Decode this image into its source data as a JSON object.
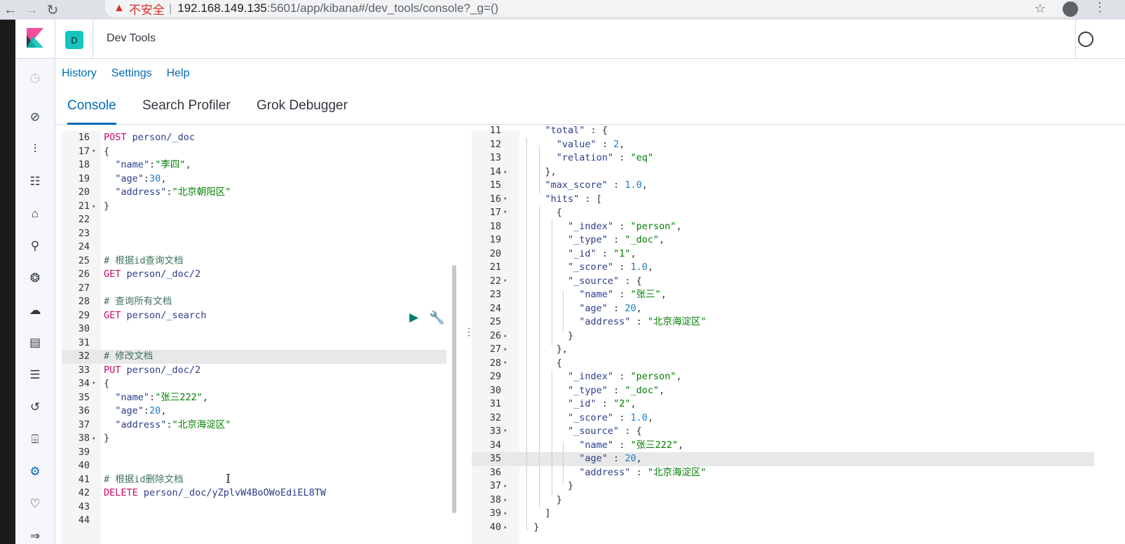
{
  "browser": {
    "back_glyph": "←",
    "forward_glyph": "→",
    "reload_glyph": "↻",
    "warning_glyph": "▲",
    "insecure_label": "不安全",
    "separator": "|",
    "url_host": "192.168.149.135",
    "url_rest": ":5601/app/kibana#/dev_tools/console?_g=()",
    "star_glyph": "☆",
    "menu_glyph": "⋮"
  },
  "header": {
    "space_letter": "D",
    "breadcrumb": "Dev Tools"
  },
  "top_menu": [
    "History",
    "Settings",
    "Help"
  ],
  "tabs": [
    "Console",
    "Search Profiler",
    "Grok Debugger"
  ],
  "side_nav_icons": [
    "clock-icon",
    "compass-icon",
    "visualize-icon",
    "dashboard-icon",
    "canvas-icon",
    "maps-icon",
    "ml-icon",
    "infrastructure-icon",
    "logs-icon",
    "apm-icon",
    "uptime-icon",
    "siem-icon",
    "devtools-icon",
    "monitoring-icon",
    "management-icon"
  ],
  "editor_lines": [
    {
      "n": "16",
      "fold": "",
      "parts": [
        [
          "m",
          "POST"
        ],
        [
          "p",
          " "
        ],
        [
          "u",
          "person/_doc"
        ]
      ]
    },
    {
      "n": "17",
      "fold": "▾",
      "parts": [
        [
          "p",
          "{"
        ]
      ]
    },
    {
      "n": "18",
      "fold": "",
      "parts": [
        [
          "p",
          "  "
        ],
        [
          "k",
          "\"name\""
        ],
        [
          "p",
          ":"
        ],
        [
          "s",
          "\"李四\""
        ],
        [
          "p",
          ","
        ]
      ]
    },
    {
      "n": "19",
      "fold": "",
      "parts": [
        [
          "p",
          "  "
        ],
        [
          "k",
          "\"age\""
        ],
        [
          "p",
          ":"
        ],
        [
          "n",
          "30"
        ],
        [
          "p",
          ","
        ]
      ]
    },
    {
      "n": "20",
      "fold": "",
      "parts": [
        [
          "p",
          "  "
        ],
        [
          "k",
          "\"address\""
        ],
        [
          "p",
          ":"
        ],
        [
          "s",
          "\"北京朝阳区\""
        ]
      ]
    },
    {
      "n": "21",
      "fold": "▴",
      "parts": [
        [
          "p",
          "}"
        ]
      ]
    },
    {
      "n": "22",
      "fold": "",
      "parts": []
    },
    {
      "n": "23",
      "fold": "",
      "parts": []
    },
    {
      "n": "24",
      "fold": "",
      "parts": []
    },
    {
      "n": "25",
      "fold": "",
      "parts": [
        [
          "c",
          "# 根据id查询文档"
        ]
      ]
    },
    {
      "n": "26",
      "fold": "",
      "parts": [
        [
          "m",
          "GET"
        ],
        [
          "p",
          " "
        ],
        [
          "u",
          "person/_doc/2"
        ]
      ]
    },
    {
      "n": "27",
      "fold": "",
      "parts": []
    },
    {
      "n": "28",
      "fold": "",
      "parts": [
        [
          "c",
          "# 查询所有文档"
        ]
      ]
    },
    {
      "n": "29",
      "fold": "",
      "parts": [
        [
          "m",
          "GET"
        ],
        [
          "p",
          " "
        ],
        [
          "u",
          "person/_search"
        ]
      ]
    },
    {
      "n": "30",
      "fold": "",
      "parts": []
    },
    {
      "n": "31",
      "fold": "",
      "parts": []
    },
    {
      "n": "32",
      "fold": "",
      "parts": [
        [
          "c",
          "# 修改文档"
        ]
      ]
    },
    {
      "n": "33",
      "fold": "",
      "parts": [
        [
          "m",
          "PUT"
        ],
        [
          "p",
          " "
        ],
        [
          "u",
          "person/_doc/2"
        ]
      ]
    },
    {
      "n": "34",
      "fold": "▾",
      "parts": [
        [
          "p",
          "{"
        ]
      ]
    },
    {
      "n": "35",
      "fold": "",
      "parts": [
        [
          "p",
          "  "
        ],
        [
          "k",
          "\"name\""
        ],
        [
          "p",
          ":"
        ],
        [
          "s",
          "\"张三222\""
        ],
        [
          "p",
          ","
        ]
      ]
    },
    {
      "n": "36",
      "fold": "",
      "parts": [
        [
          "p",
          "  "
        ],
        [
          "k",
          "\"age\""
        ],
        [
          "p",
          ":"
        ],
        [
          "n",
          "20"
        ],
        [
          "p",
          ","
        ]
      ]
    },
    {
      "n": "37",
      "fold": "",
      "parts": [
        [
          "p",
          "  "
        ],
        [
          "k",
          "\"address\""
        ],
        [
          "p",
          ":"
        ],
        [
          "s",
          "\"北京海淀区\""
        ]
      ]
    },
    {
      "n": "38",
      "fold": "▴",
      "parts": [
        [
          "p",
          "}"
        ]
      ]
    },
    {
      "n": "39",
      "fold": "",
      "parts": []
    },
    {
      "n": "40",
      "fold": "",
      "parts": []
    },
    {
      "n": "41",
      "fold": "",
      "parts": [
        [
          "c",
          "# 根据id删除文档"
        ]
      ]
    },
    {
      "n": "42",
      "fold": "",
      "parts": [
        [
          "m",
          "DELETE"
        ],
        [
          "p",
          " "
        ],
        [
          "u",
          "person/_doc/yZplvW4BoOWoEdiEL8TW"
        ]
      ]
    },
    {
      "n": "43",
      "fold": "",
      "parts": []
    },
    {
      "n": "44",
      "fold": "",
      "parts": []
    }
  ],
  "editor_highlight_line": "32",
  "output_lines": [
    {
      "n": "11",
      "fold": "",
      "parts": [
        [
          "p",
          "    "
        ],
        [
          "k",
          "\"total\""
        ],
        [
          "p",
          " : {"
        ]
      ]
    },
    {
      "n": "12",
      "fold": "",
      "parts": [
        [
          "p",
          "      "
        ],
        [
          "k",
          "\"value\""
        ],
        [
          "p",
          " : "
        ],
        [
          "n",
          "2"
        ],
        [
          "p",
          ","
        ]
      ]
    },
    {
      "n": "13",
      "fold": "",
      "parts": [
        [
          "p",
          "      "
        ],
        [
          "k",
          "\"relation\""
        ],
        [
          "p",
          " : "
        ],
        [
          "s",
          "\"eq\""
        ]
      ]
    },
    {
      "n": "14",
      "fold": "▴",
      "parts": [
        [
          "p",
          "    },"
        ]
      ]
    },
    {
      "n": "15",
      "fold": "",
      "parts": [
        [
          "p",
          "    "
        ],
        [
          "k",
          "\"max_score\""
        ],
        [
          "p",
          " : "
        ],
        [
          "n",
          "1.0"
        ],
        [
          "p",
          ","
        ]
      ]
    },
    {
      "n": "16",
      "fold": "▾",
      "parts": [
        [
          "p",
          "    "
        ],
        [
          "k",
          "\"hits\""
        ],
        [
          "p",
          " : ["
        ]
      ]
    },
    {
      "n": "17",
      "fold": "▾",
      "parts": [
        [
          "p",
          "      {"
        ]
      ]
    },
    {
      "n": "18",
      "fold": "",
      "parts": [
        [
          "p",
          "        "
        ],
        [
          "k",
          "\"_index\""
        ],
        [
          "p",
          " : "
        ],
        [
          "s",
          "\"person\""
        ],
        [
          "p",
          ","
        ]
      ]
    },
    {
      "n": "19",
      "fold": "",
      "parts": [
        [
          "p",
          "        "
        ],
        [
          "k",
          "\"_type\""
        ],
        [
          "p",
          " : "
        ],
        [
          "s",
          "\"_doc\""
        ],
        [
          "p",
          ","
        ]
      ]
    },
    {
      "n": "20",
      "fold": "",
      "parts": [
        [
          "p",
          "        "
        ],
        [
          "k",
          "\"_id\""
        ],
        [
          "p",
          " : "
        ],
        [
          "s",
          "\"1\""
        ],
        [
          "p",
          ","
        ]
      ]
    },
    {
      "n": "21",
      "fold": "",
      "parts": [
        [
          "p",
          "        "
        ],
        [
          "k",
          "\"_score\""
        ],
        [
          "p",
          " : "
        ],
        [
          "n",
          "1.0"
        ],
        [
          "p",
          ","
        ]
      ]
    },
    {
      "n": "22",
      "fold": "▾",
      "parts": [
        [
          "p",
          "        "
        ],
        [
          "k",
          "\"_source\""
        ],
        [
          "p",
          " : {"
        ]
      ]
    },
    {
      "n": "23",
      "fold": "",
      "parts": [
        [
          "p",
          "          "
        ],
        [
          "k",
          "\"name\""
        ],
        [
          "p",
          " : "
        ],
        [
          "s",
          "\"张三\""
        ],
        [
          "p",
          ","
        ]
      ]
    },
    {
      "n": "24",
      "fold": "",
      "parts": [
        [
          "p",
          "          "
        ],
        [
          "k",
          "\"age\""
        ],
        [
          "p",
          " : "
        ],
        [
          "n",
          "20"
        ],
        [
          "p",
          ","
        ]
      ]
    },
    {
      "n": "25",
      "fold": "",
      "parts": [
        [
          "p",
          "          "
        ],
        [
          "k",
          "\"address\""
        ],
        [
          "p",
          " : "
        ],
        [
          "s",
          "\"北京海淀区\""
        ]
      ]
    },
    {
      "n": "26",
      "fold": "▴",
      "parts": [
        [
          "p",
          "        }"
        ]
      ]
    },
    {
      "n": "27",
      "fold": "▴",
      "parts": [
        [
          "p",
          "      },"
        ]
      ]
    },
    {
      "n": "28",
      "fold": "▾",
      "parts": [
        [
          "p",
          "      {"
        ]
      ]
    },
    {
      "n": "29",
      "fold": "",
      "parts": [
        [
          "p",
          "        "
        ],
        [
          "k",
          "\"_index\""
        ],
        [
          "p",
          " : "
        ],
        [
          "s",
          "\"person\""
        ],
        [
          "p",
          ","
        ]
      ]
    },
    {
      "n": "30",
      "fold": "",
      "parts": [
        [
          "p",
          "        "
        ],
        [
          "k",
          "\"_type\""
        ],
        [
          "p",
          " : "
        ],
        [
          "s",
          "\"_doc\""
        ],
        [
          "p",
          ","
        ]
      ]
    },
    {
      "n": "31",
      "fold": "",
      "parts": [
        [
          "p",
          "        "
        ],
        [
          "k",
          "\"_id\""
        ],
        [
          "p",
          " : "
        ],
        [
          "s",
          "\"2\""
        ],
        [
          "p",
          ","
        ]
      ]
    },
    {
      "n": "32",
      "fold": "",
      "parts": [
        [
          "p",
          "        "
        ],
        [
          "k",
          "\"_score\""
        ],
        [
          "p",
          " : "
        ],
        [
          "n",
          "1.0"
        ],
        [
          "p",
          ","
        ]
      ]
    },
    {
      "n": "33",
      "fold": "▾",
      "parts": [
        [
          "p",
          "        "
        ],
        [
          "k",
          "\"_source\""
        ],
        [
          "p",
          " : {"
        ]
      ]
    },
    {
      "n": "34",
      "fold": "",
      "parts": [
        [
          "p",
          "          "
        ],
        [
          "k",
          "\"name\""
        ],
        [
          "p",
          " : "
        ],
        [
          "s",
          "\"张三222\""
        ],
        [
          "p",
          ","
        ]
      ]
    },
    {
      "n": "35",
      "fold": "",
      "parts": [
        [
          "p",
          "          "
        ],
        [
          "k",
          "\"age\""
        ],
        [
          "p",
          " : "
        ],
        [
          "n",
          "20"
        ],
        [
          "p",
          ","
        ]
      ]
    },
    {
      "n": "36",
      "fold": "",
      "parts": [
        [
          "p",
          "          "
        ],
        [
          "k",
          "\"address\""
        ],
        [
          "p",
          " : "
        ],
        [
          "s",
          "\"北京海淀区\""
        ]
      ]
    },
    {
      "n": "37",
      "fold": "▴",
      "parts": [
        [
          "p",
          "        }"
        ]
      ]
    },
    {
      "n": "38",
      "fold": "▴",
      "parts": [
        [
          "p",
          "      }"
        ]
      ]
    },
    {
      "n": "39",
      "fold": "▴",
      "parts": [
        [
          "p",
          "    ]"
        ]
      ]
    },
    {
      "n": "40",
      "fold": "▴",
      "parts": [
        [
          "p",
          "  }"
        ]
      ]
    }
  ],
  "output_highlight_line": "35",
  "action_play_glyph": "▶",
  "action_wrench_glyph": "🔧",
  "text_cursor_glyph": "I",
  "resizer_glyph": "⋮"
}
